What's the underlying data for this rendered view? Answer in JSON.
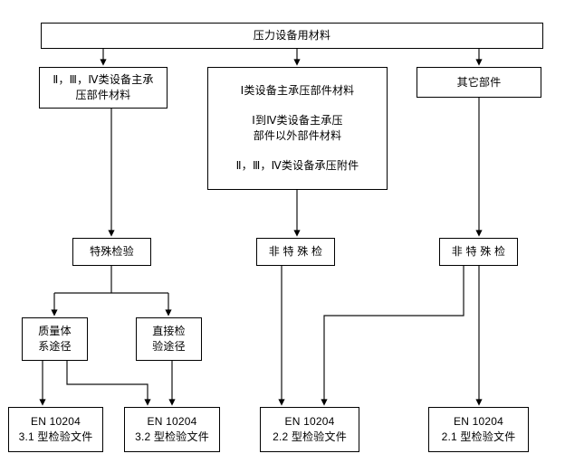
{
  "diagram": {
    "type": "flowchart",
    "title_node": "压力设备用材料",
    "colors": {
      "stroke": "#000000",
      "background": "#ffffff",
      "text": "#000000"
    },
    "nodes": {
      "root": {
        "label": "压力设备用材料"
      },
      "cat_main_pressure_2_4": {
        "line1": "Ⅱ，Ⅲ，Ⅳ类设备主承",
        "line2": "压部件材料"
      },
      "cat_class1": {
        "block1_line1": "Ⅰ类设备主承压部件材料",
        "block2_line1": "Ⅰ到Ⅳ类设备主承压",
        "block2_line2": "部件以外部件材料",
        "block3_line1": "Ⅱ，Ⅲ，Ⅳ类设备承压附件"
      },
      "cat_other": {
        "label": "其它部件"
      },
      "special_inspection": {
        "label": "特殊检验"
      },
      "non_special_mid": {
        "label": "非 特 殊 检"
      },
      "non_special_right": {
        "label": "非 特 殊 检"
      },
      "quality_system_route": {
        "line1": "质量体",
        "line2": "系途径"
      },
      "direct_inspection_route": {
        "line1": "直接检",
        "line2": "验途径"
      },
      "doc_3_1": {
        "line1": "EN 10204",
        "line2": "3.1 型检验文件"
      },
      "doc_3_2": {
        "line1": "EN 10204",
        "line2": "3.2 型检验文件"
      },
      "doc_2_2": {
        "line1": "EN 10204",
        "line2": "2.2 型检验文件"
      },
      "doc_2_1": {
        "line1": "EN 10204",
        "line2": "2.1 型检验文件"
      }
    }
  }
}
